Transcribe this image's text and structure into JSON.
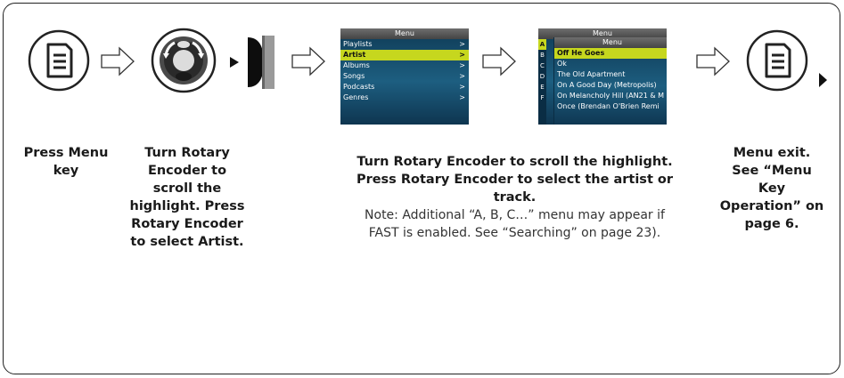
{
  "captions": {
    "press_menu": "Press Menu key",
    "turn_encoder": "Turn Rotary Encoder to scroll the highlight. Press Rotary Encoder to select Artist.",
    "select_track": "Turn Rotary Encoder to scroll the highlight. Press Rotary Encoder to select the artist or track.",
    "select_track_note": "Note: Additional “A, B, C…” menu may appear if FAST is enabled. See “Searching” on page 23).",
    "menu_exit": "Menu exit. See “Menu Key Operation” on page 6."
  },
  "screen1": {
    "title": "Menu",
    "items": [
      {
        "label": "Playlists",
        "chev": ">"
      },
      {
        "label": "Artist",
        "chev": ">"
      },
      {
        "label": "Albums",
        "chev": ">"
      },
      {
        "label": "Songs",
        "chev": ">"
      },
      {
        "label": "Podcasts",
        "chev": ">"
      },
      {
        "label": "Genres",
        "chev": ">"
      }
    ]
  },
  "screen2": {
    "back_title": "Menu",
    "title": "Menu",
    "letters": [
      "A",
      "B",
      "C",
      "D",
      "E",
      "F"
    ],
    "items": [
      "Off He Goes",
      "Ok",
      "The Old Apartment",
      "On A Good Day (Metropolis)",
      "On Melancholy Hill (AN21 & M",
      "Once (Brendan O'Brien Remi"
    ]
  },
  "colors": {
    "highlight": "#c6d71e",
    "screen_bg": "#1d5e80",
    "outline": "#222222"
  }
}
